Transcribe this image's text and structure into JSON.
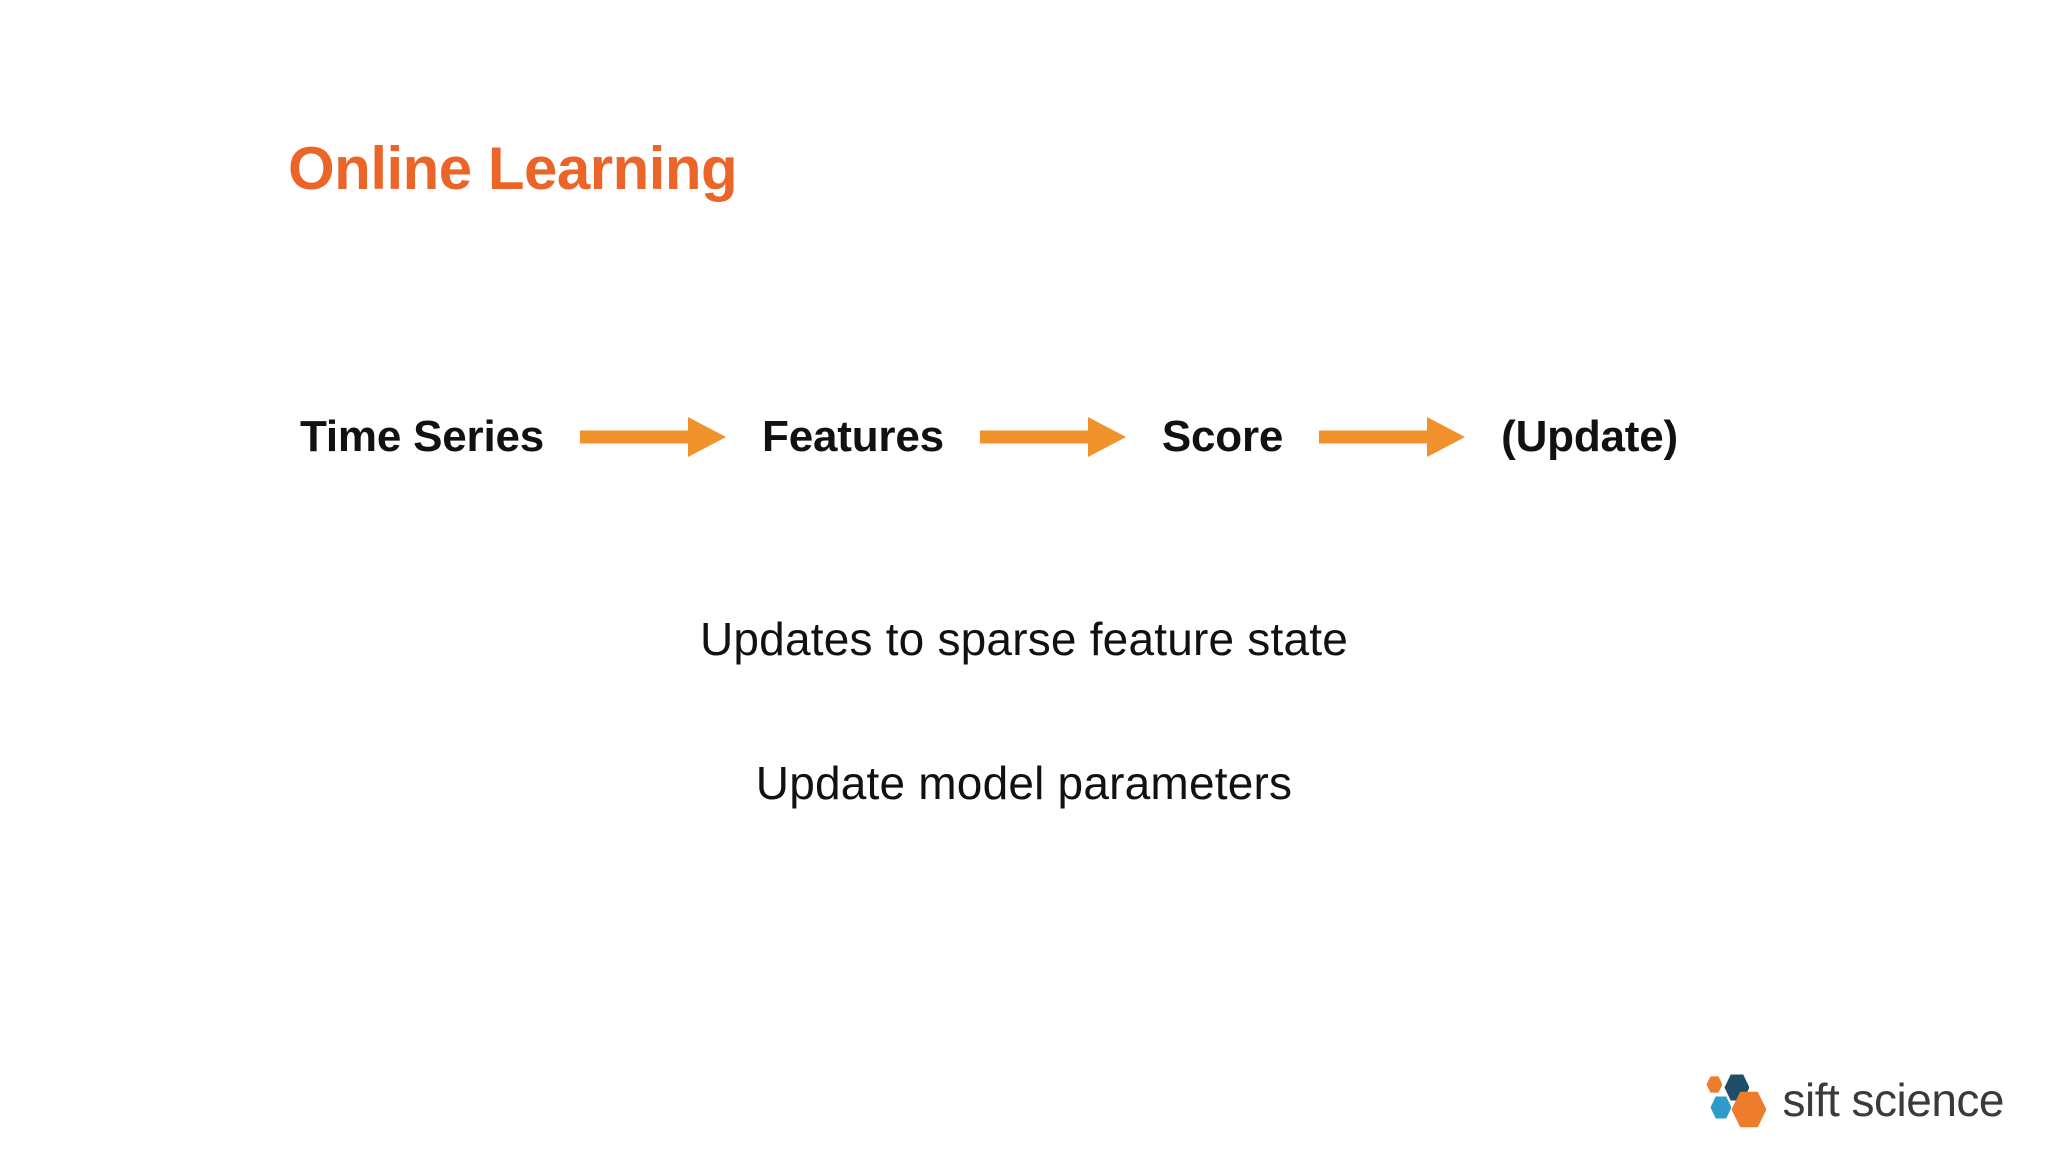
{
  "slide": {
    "title": "Online Learning",
    "background_color": "#FFFFFF",
    "title_color": "#EC6528"
  },
  "flow": {
    "arrow_color": "#F0912B",
    "node_color": "#111111",
    "nodes": [
      {
        "label": "Time Series"
      },
      {
        "label": "Features"
      },
      {
        "label": "Score"
      },
      {
        "label": "(Update)"
      }
    ],
    "arrows": [
      {
        "name": "arrow-time-series-to-features"
      },
      {
        "name": "arrow-features-to-score"
      },
      {
        "name": "arrow-score-to-update"
      }
    ]
  },
  "body": {
    "lines": [
      "Updates to sparse feature state",
      "Update model parameters"
    ],
    "text_color": "#111111"
  },
  "logo": {
    "wordmark": "sift science",
    "wordmark_color": "#3A3A3C",
    "hexagons": [
      {
        "name": "hex-small-orange",
        "color": "#ED7D2B"
      },
      {
        "name": "hex-navy",
        "color": "#1F4E68"
      },
      {
        "name": "hex-light-blue",
        "color": "#2E9BC9"
      },
      {
        "name": "hex-large-orange",
        "color": "#ED7D2B"
      }
    ]
  }
}
